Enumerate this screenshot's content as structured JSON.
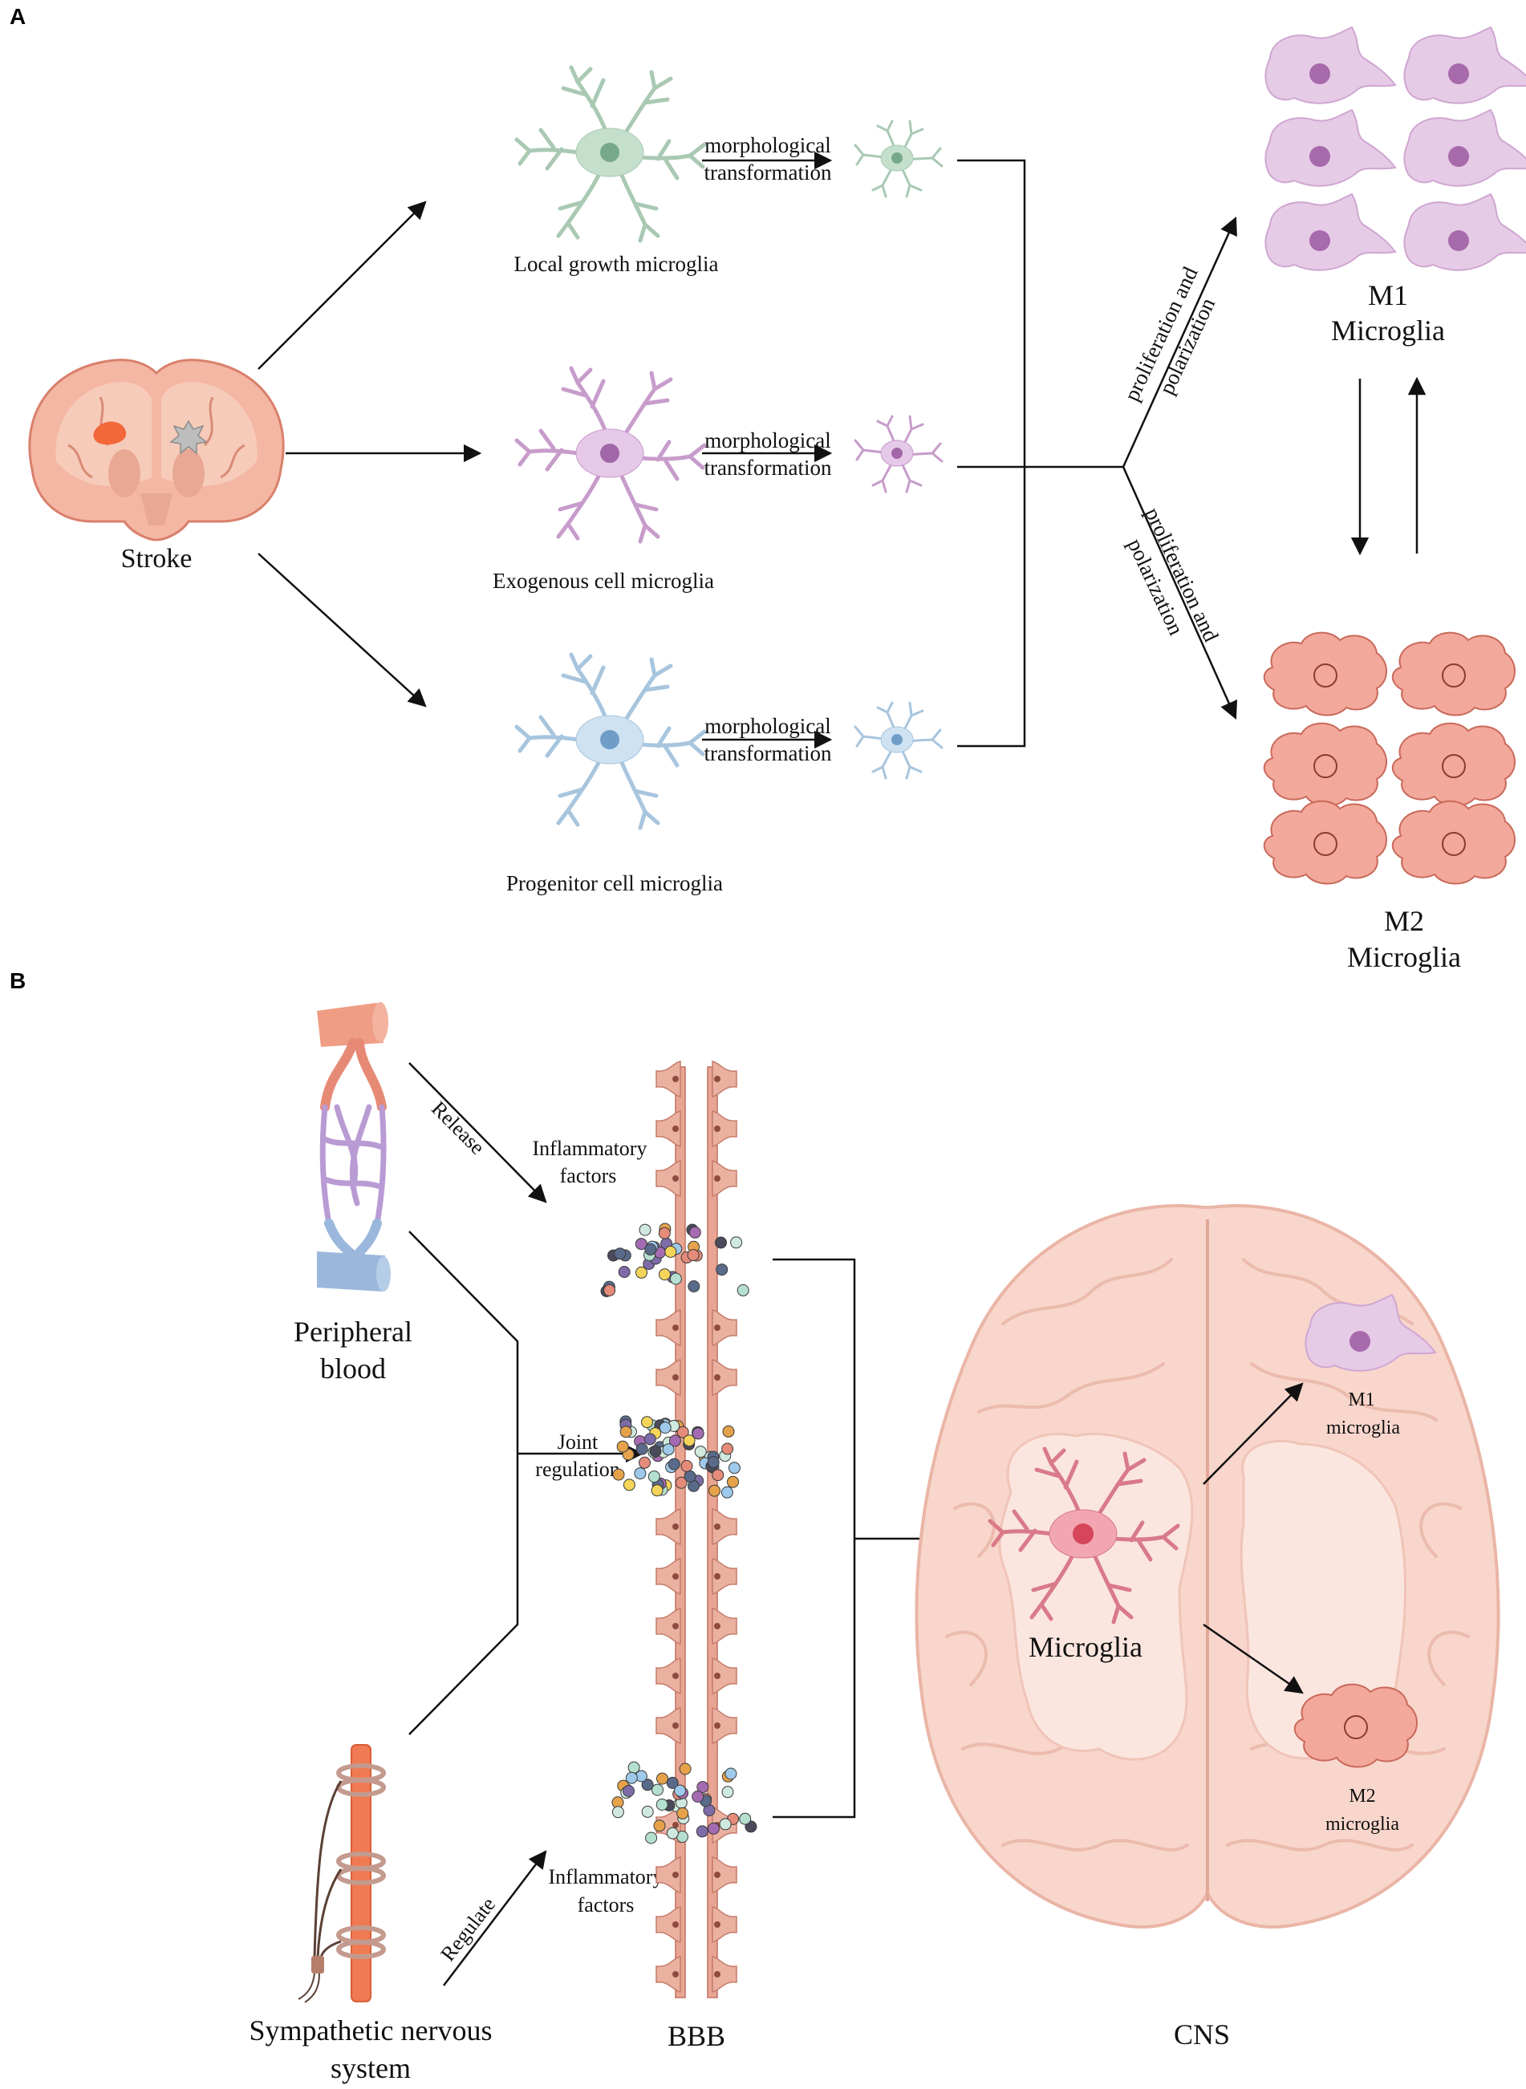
{
  "panel_a": {
    "letter": "A",
    "stroke_label": "Stroke",
    "transform_label_1": "morphological",
    "transform_label_2": "transformation",
    "local_label": "Local growth microglia",
    "exogenous_label": "Exogenous cell microglia",
    "progenitor_label": "Progenitor cell microglia",
    "prolif_label_1": "proliferation and",
    "prolif_label_2": "polarization",
    "m1_label_1": "M1",
    "m1_label_2": "Microglia",
    "m2_label_1": "M2",
    "m2_label_2": "Microglia",
    "colors": {
      "green": "#b9d6c2",
      "purple": "#e4c7e6",
      "blue": "#c9ddee",
      "m1": "#e7cde8",
      "m2": "#f2a79a"
    }
  },
  "panel_b": {
    "letter": "B",
    "release_label": "Release",
    "inflam_label_1": "Inflammatory",
    "inflam_label_2": "factors",
    "peripheral_label_1": "Peripheral",
    "peripheral_label_2": "blood",
    "joint_label_1": "Joint",
    "joint_label_2": "regulation",
    "regulate_label": "Regulate",
    "sns_label_1": "Sympathetic nervous",
    "sns_label_2": "system",
    "bbb_label": "BBB",
    "cns_label": "CNS",
    "microglia_label": "Microglia",
    "m1_label_1": "M1",
    "m1_label_2": "microglia",
    "m2_label_1": "M2",
    "m2_label_2": "microglia",
    "colors": {
      "brain": "#f6d2c8",
      "vessel": "#e9a08c",
      "nerve": "#f07e57",
      "microglia": "#e58a96"
    }
  }
}
